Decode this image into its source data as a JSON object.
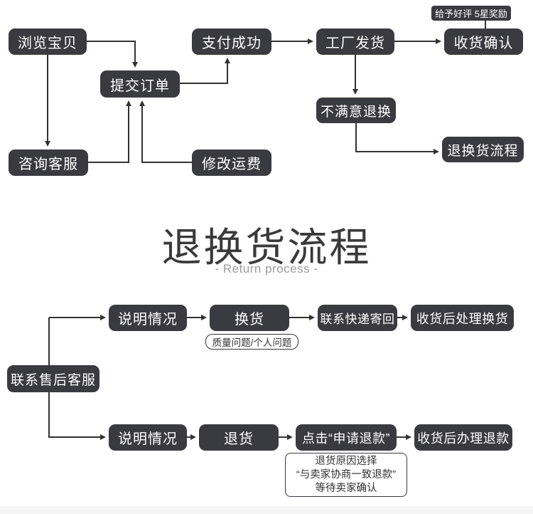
{
  "colors": {
    "node_bg": "#3a3a41",
    "node_text": "#ffffff",
    "connector_line": "#333333",
    "title_text": "#3a3a3a",
    "subtitle_text": "#9b9b9b",
    "outline_tag_border": "#333333",
    "footer_strip": "#f5f5f6",
    "page_bg": "#ffffff"
  },
  "top_flow": {
    "browse": "浏览宝贝",
    "submit": "提交订单",
    "pay": "支付成功",
    "ship": "工厂发货",
    "confirm": "收货确认",
    "reward_tag": "给予好评 5星奖励",
    "consult": "咨询客服",
    "modify": "修改运费",
    "unsatisfied": "不满意退换",
    "return_flow": "退换货流程"
  },
  "section_title": {
    "heading": "退换货流程",
    "subtitle": "- Return process -"
  },
  "bottom_flow": {
    "contact": "联系售后客服",
    "explain_top": "说明情况",
    "exchange": "换货",
    "exchange_reason_tag": "质量问题/个人问题",
    "courier_return": "联系快递寄回",
    "handle_exchange": "收货后处理换货",
    "explain_bottom": "说明情况",
    "return_goods": "退货",
    "click_refund": "点击“申请退款”",
    "handle_refund": "收货后办理退款",
    "refund_note": {
      "line1": "退货原因选择",
      "line2": "“与卖家协商一致退款”",
      "line3": "等待卖家确认"
    }
  }
}
